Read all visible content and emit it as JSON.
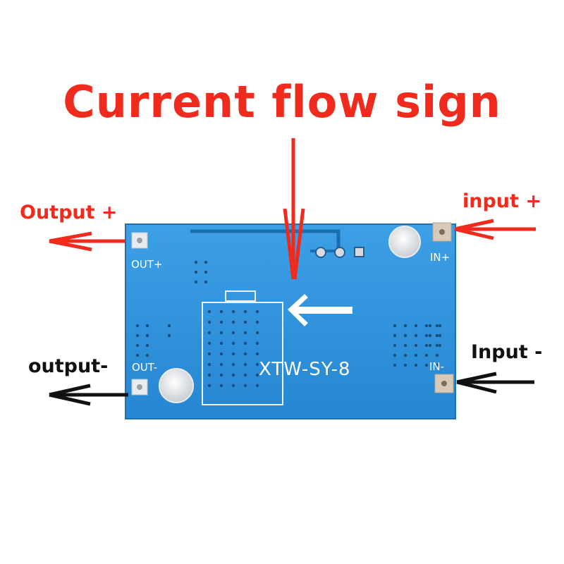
{
  "annotations": {
    "title": "Current flow sign",
    "output_plus": "Output +",
    "input_plus": "input +",
    "output_minus": "output-",
    "input_minus": "Input -"
  },
  "board": {
    "model": "XTW-SY-8",
    "pin_out_plus": "OUT+",
    "pin_out_minus": "OUT-",
    "pin_in_plus": "IN+",
    "pin_in_minus": "IN-"
  },
  "colors": {
    "annotation_red": "#f02a1c",
    "annotation_black": "#111111",
    "pcb_blue": "#2f93de",
    "pcb_edge": "#1f6fb3",
    "silkscreen": "#ffffff"
  },
  "icons": {
    "flow_arrow": "left-arrow-icon",
    "title_pointer": "down-arrow-icon",
    "terminal_arrows": "arrow-icon"
  }
}
